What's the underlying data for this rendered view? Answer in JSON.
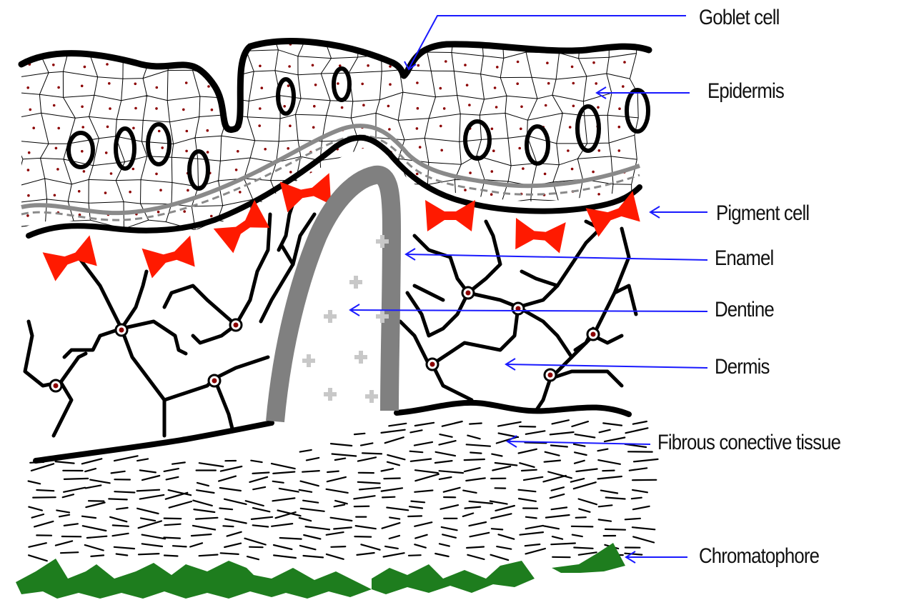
{
  "labels": {
    "goblet_cell": "Goblet cell",
    "epidermis": "Epidermis",
    "pigment_cell": "Pigment cell",
    "enamel": "Enamel",
    "dentine": "Dentine",
    "dermis": "Dermis",
    "fibrous_connective_tissue": "Fibrous conective tissue",
    "chromatophore": "Chromatophore"
  },
  "colors": {
    "outline": "#000000",
    "pigment_cell": "#ff1a00",
    "enamel": "#808080",
    "dentine_cross": "#c8c8c8",
    "chromatophore": "#1e7d1e",
    "leader_line": "#1a1aff",
    "nucleus": "#8b0000"
  }
}
